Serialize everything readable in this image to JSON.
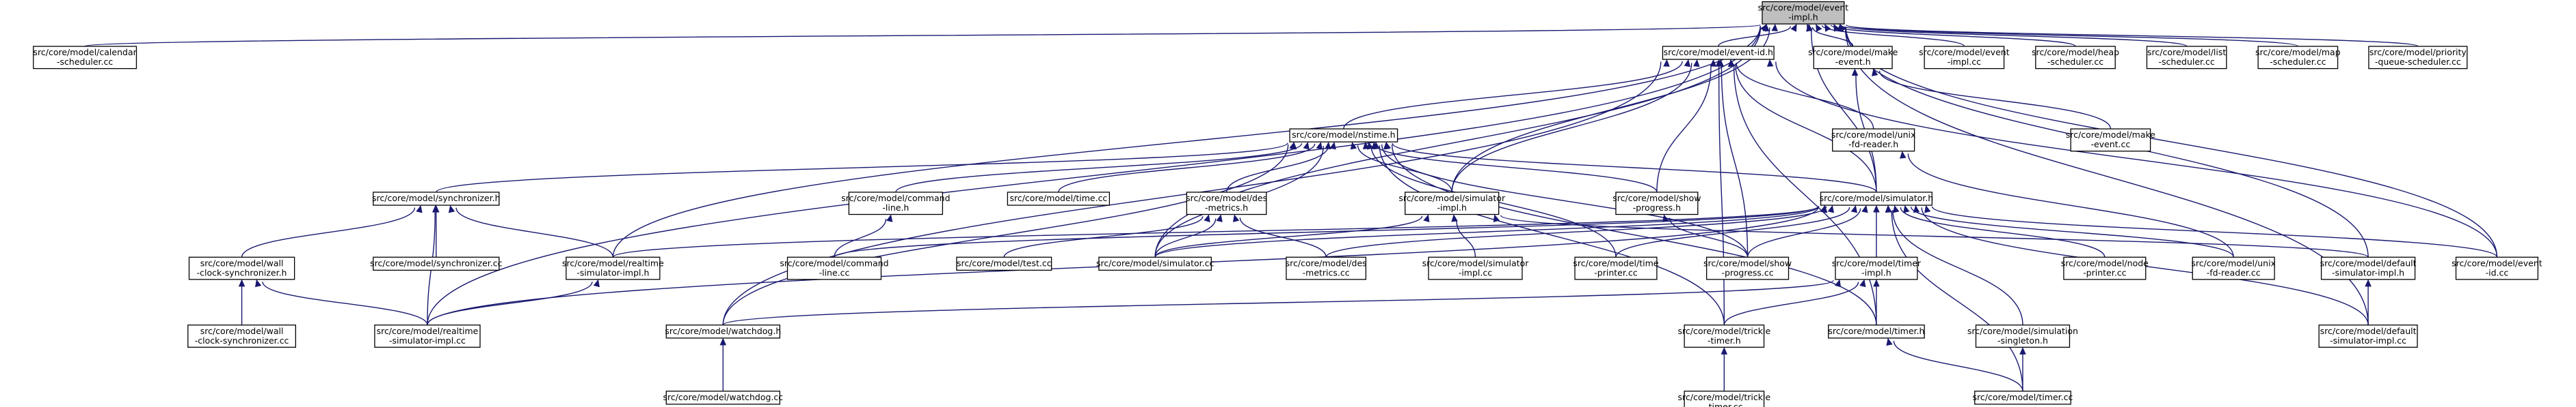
{
  "colors": {
    "edge": "#191970",
    "root_fill": "#bfbfbf",
    "node_fill": "#ffffff",
    "node_border": "#000000"
  },
  "nodes": [
    {
      "id": "event_impl_h",
      "lines": [
        "src/core/model/event",
        "-impl.h"
      ],
      "root": true
    },
    {
      "id": "calendar_scheduler_cc",
      "lines": [
        "src/core/model/calendar",
        "-scheduler.cc"
      ]
    },
    {
      "id": "event_id_h",
      "lines": [
        "src/core/model/event-id.h"
      ]
    },
    {
      "id": "make_event_h",
      "lines": [
        "src/core/model/make",
        "-event.h"
      ]
    },
    {
      "id": "event_impl_cc",
      "lines": [
        "src/core/model/event",
        "-impl.cc"
      ]
    },
    {
      "id": "heap_scheduler_cc",
      "lines": [
        "src/core/model/heap",
        "-scheduler.cc"
      ]
    },
    {
      "id": "list_scheduler_cc",
      "lines": [
        "src/core/model/list",
        "-scheduler.cc"
      ]
    },
    {
      "id": "map_scheduler_cc",
      "lines": [
        "src/core/model/map",
        "-scheduler.cc"
      ]
    },
    {
      "id": "priority_queue_scheduler_cc",
      "lines": [
        "src/core/model/priority",
        "-queue-scheduler.cc"
      ]
    },
    {
      "id": "nstime_h",
      "lines": [
        "src/core/model/nstime.h"
      ]
    },
    {
      "id": "unix_fd_reader_h",
      "lines": [
        "src/core/model/unix",
        "-fd-reader.h"
      ]
    },
    {
      "id": "make_event_cc",
      "lines": [
        "src/core/model/make",
        "-event.cc"
      ]
    },
    {
      "id": "synchronizer_h",
      "lines": [
        "src/core/model/synchronizer.h"
      ]
    },
    {
      "id": "command_line_h",
      "lines": [
        "src/core/model/command",
        "-line.h"
      ]
    },
    {
      "id": "time_cc",
      "lines": [
        "src/core/model/time.cc"
      ]
    },
    {
      "id": "des_metrics_h",
      "lines": [
        "src/core/model/des",
        "-metrics.h"
      ]
    },
    {
      "id": "simulator_impl_h",
      "lines": [
        "src/core/model/simulator",
        "-impl.h"
      ]
    },
    {
      "id": "show_progress_h",
      "lines": [
        "src/core/model/show",
        "-progress.h"
      ]
    },
    {
      "id": "simulator_h",
      "lines": [
        "src/core/model/simulator.h"
      ]
    },
    {
      "id": "wall_clock_synchronizer_h",
      "lines": [
        "src/core/model/wall",
        "-clock-synchronizer.h"
      ]
    },
    {
      "id": "synchronizer_cc",
      "lines": [
        "src/core/model/synchronizer.cc"
      ]
    },
    {
      "id": "realtime_simulator_impl_h",
      "lines": [
        "src/core/model/realtime",
        "-simulator-impl.h"
      ]
    },
    {
      "id": "command_line_cc",
      "lines": [
        "src/core/model/command",
        "-line.cc"
      ]
    },
    {
      "id": "test_cc",
      "lines": [
        "src/core/model/test.cc"
      ]
    },
    {
      "id": "simulator_cc",
      "lines": [
        "src/core/model/simulator.cc"
      ]
    },
    {
      "id": "des_metrics_cc",
      "lines": [
        "src/core/model/des",
        "-metrics.cc"
      ]
    },
    {
      "id": "simulator_impl_cc",
      "lines": [
        "src/core/model/simulator",
        "-impl.cc"
      ]
    },
    {
      "id": "time_printer_cc",
      "lines": [
        "src/core/model/time",
        "-printer.cc"
      ]
    },
    {
      "id": "show_progress_cc",
      "lines": [
        "src/core/model/show",
        "-progress.cc"
      ]
    },
    {
      "id": "timer_impl_h",
      "lines": [
        "src/core/model/timer",
        "-impl.h"
      ]
    },
    {
      "id": "node_printer_cc",
      "lines": [
        "src/core/model/node",
        "-printer.cc"
      ]
    },
    {
      "id": "unix_fd_reader_cc",
      "lines": [
        "src/core/model/unix",
        "-fd-reader.cc"
      ]
    },
    {
      "id": "default_simulator_impl_h",
      "lines": [
        "src/core/model/default",
        "-simulator-impl.h"
      ]
    },
    {
      "id": "event_id_cc",
      "lines": [
        "src/core/model/event",
        "-id.cc"
      ]
    },
    {
      "id": "wall_clock_synchronizer_cc",
      "lines": [
        "src/core/model/wall",
        "-clock-synchronizer.cc"
      ]
    },
    {
      "id": "realtime_simulator_impl_cc",
      "lines": [
        "src/core/model/realtime",
        "-simulator-impl.cc"
      ]
    },
    {
      "id": "watchdog_h",
      "lines": [
        "src/core/model/watchdog.h"
      ]
    },
    {
      "id": "trickle_timer_h",
      "lines": [
        "src/core/model/trickle",
        "-timer.h"
      ]
    },
    {
      "id": "timer_h",
      "lines": [
        "src/core/model/timer.h"
      ]
    },
    {
      "id": "simulation_singleton_h",
      "lines": [
        "src/core/model/simulation",
        "-singleton.h"
      ]
    },
    {
      "id": "default_simulator_impl_cc",
      "lines": [
        "src/core/model/default",
        "-simulator-impl.cc"
      ]
    },
    {
      "id": "watchdog_cc",
      "lines": [
        "src/core/model/watchdog.cc"
      ]
    },
    {
      "id": "trickle_timer_cc",
      "lines": [
        "src/core/model/trickle",
        "-timer.cc"
      ]
    },
    {
      "id": "timer_cc",
      "lines": [
        "src/core/model/timer.cc"
      ]
    }
  ],
  "edges": [
    [
      "calendar_scheduler_cc",
      "event_impl_h"
    ],
    [
      "event_id_h",
      "event_impl_h"
    ],
    [
      "make_event_h",
      "event_impl_h"
    ],
    [
      "event_impl_cc",
      "event_impl_h"
    ],
    [
      "heap_scheduler_cc",
      "event_impl_h"
    ],
    [
      "list_scheduler_cc",
      "event_impl_h"
    ],
    [
      "map_scheduler_cc",
      "event_impl_h"
    ],
    [
      "priority_queue_scheduler_cc",
      "event_impl_h"
    ],
    [
      "simulator_h",
      "event_impl_h"
    ],
    [
      "simulator_impl_h",
      "event_impl_h"
    ],
    [
      "default_simulator_impl_h",
      "event_impl_h"
    ],
    [
      "event_id_cc",
      "event_impl_h"
    ],
    [
      "realtime_simulator_impl_h",
      "event_impl_h"
    ],
    [
      "realtime_simulator_impl_cc",
      "event_impl_h"
    ],
    [
      "default_simulator_impl_cc",
      "event_impl_h"
    ],
    [
      "simulator_cc",
      "event_impl_h"
    ],
    [
      "nstime_h",
      "event_id_h"
    ],
    [
      "unix_fd_reader_h",
      "event_id_h"
    ],
    [
      "simulator_impl_h",
      "event_id_h"
    ],
    [
      "show_progress_h",
      "event_id_h"
    ],
    [
      "simulator_h",
      "event_id_h"
    ],
    [
      "watchdog_h",
      "event_id_h"
    ],
    [
      "trickle_timer_h",
      "event_id_h"
    ],
    [
      "timer_h",
      "event_id_h"
    ],
    [
      "show_progress_cc",
      "event_id_h"
    ],
    [
      "event_id_cc",
      "event_id_h"
    ],
    [
      "make_event_cc",
      "make_event_h"
    ],
    [
      "simulator_h",
      "make_event_h"
    ],
    [
      "synchronizer_h",
      "nstime_h"
    ],
    [
      "command_line_h",
      "nstime_h"
    ],
    [
      "time_cc",
      "nstime_h"
    ],
    [
      "des_metrics_h",
      "nstime_h"
    ],
    [
      "simulator_impl_h",
      "nstime_h"
    ],
    [
      "show_progress_h",
      "nstime_h"
    ],
    [
      "simulator_h",
      "nstime_h"
    ],
    [
      "watchdog_h",
      "nstime_h"
    ],
    [
      "trickle_timer_h",
      "nstime_h"
    ],
    [
      "simulator_cc",
      "nstime_h"
    ],
    [
      "time_printer_cc",
      "nstime_h"
    ],
    [
      "show_progress_cc",
      "nstime_h"
    ],
    [
      "timer_h",
      "nstime_h"
    ],
    [
      "unix_fd_reader_cc",
      "unix_fd_reader_h"
    ],
    [
      "wall_clock_synchronizer_h",
      "synchronizer_h"
    ],
    [
      "synchronizer_cc",
      "synchronizer_h"
    ],
    [
      "realtime_simulator_impl_h",
      "synchronizer_h"
    ],
    [
      "realtime_simulator_impl_cc",
      "synchronizer_h"
    ],
    [
      "command_line_cc",
      "command_line_h"
    ],
    [
      "simulator_cc",
      "des_metrics_h"
    ],
    [
      "des_metrics_cc",
      "des_metrics_h"
    ],
    [
      "test_cc",
      "des_metrics_h"
    ],
    [
      "simulator_impl_cc",
      "simulator_impl_h"
    ],
    [
      "default_simulator_impl_h",
      "simulator_impl_h"
    ],
    [
      "simulator_cc",
      "simulator_impl_h"
    ],
    [
      "show_progress_cc",
      "show_progress_h"
    ],
    [
      "realtime_simulator_impl_h",
      "simulator_h"
    ],
    [
      "command_line_cc",
      "simulator_h"
    ],
    [
      "simulator_cc",
      "simulator_h"
    ],
    [
      "des_metrics_cc",
      "simulator_h"
    ],
    [
      "time_printer_cc",
      "simulator_h"
    ],
    [
      "show_progress_cc",
      "simulator_h"
    ],
    [
      "timer_impl_h",
      "simulator_h"
    ],
    [
      "node_printer_cc",
      "simulator_h"
    ],
    [
      "unix_fd_reader_cc",
      "simulator_h"
    ],
    [
      "event_id_cc",
      "simulator_h"
    ],
    [
      "realtime_simulator_impl_cc",
      "simulator_h"
    ],
    [
      "simulation_singleton_h",
      "simulator_h"
    ],
    [
      "default_simulator_impl_cc",
      "simulator_h"
    ],
    [
      "timer_cc",
      "simulator_h"
    ],
    [
      "wall_clock_synchronizer_cc",
      "wall_clock_synchronizer_h"
    ],
    [
      "realtime_simulator_impl_cc",
      "wall_clock_synchronizer_h"
    ],
    [
      "realtime_simulator_impl_cc",
      "realtime_simulator_impl_h"
    ],
    [
      "default_simulator_impl_cc",
      "default_simulator_impl_h"
    ],
    [
      "watchdog_h",
      "timer_impl_h"
    ],
    [
      "timer_h",
      "timer_impl_h"
    ],
    [
      "trickle_timer_h",
      "timer_impl_h"
    ],
    [
      "watchdog_cc",
      "watchdog_h"
    ],
    [
      "trickle_timer_cc",
      "trickle_timer_h"
    ],
    [
      "timer_cc",
      "timer_h"
    ],
    [
      "timer_cc",
      "simulation_singleton_h"
    ]
  ]
}
